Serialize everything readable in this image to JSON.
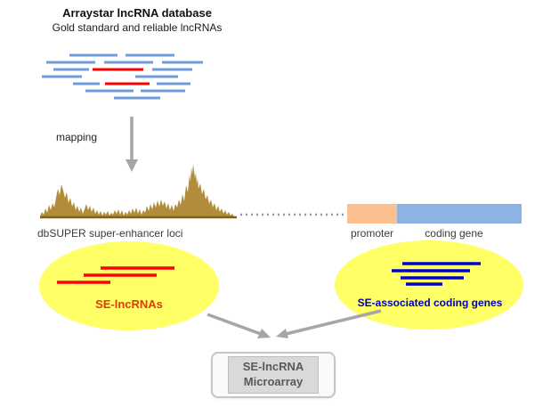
{
  "figure": {
    "title": "Arraystar lncRNA database",
    "subtitle": "Gold standard and reliable lncRNAs",
    "mapping_label": "mapping",
    "dbsuper_label": "dbSUPER super-enhancer loci",
    "promoter_label": "promoter",
    "coding_gene_label": "coding gene",
    "se_lncrnas_label": "SE-lncRNAs",
    "se_coding_genes_label": "SE-associated coding genes",
    "box_line1": "SE-lncRNA",
    "box_line2": "Microarray"
  },
  "colors": {
    "read_blue": "#6e9bd8",
    "read_red": "#ff0000",
    "peak_tan": "#b18d3b",
    "baseline_brown": "#7c621e",
    "dotted_gray": "#8f9aa8",
    "promoter_orange": "#fac08f",
    "coding_blue": "#8db3e2",
    "ellipse_yellow": "#ffff66",
    "ellipse_red_segment": "#ff0000",
    "ellipse_navy_segment": "#0000cc",
    "arrow_gray": "#a6a6a6",
    "se_lncrnas_text": "#e03a0c",
    "se_coding_genes_text": "#0000b8",
    "box_border": "#c6c6c6",
    "box_fill": "#fafafa",
    "box_inner_fill": "#d9d9d9",
    "box_text": "#595959"
  }
}
